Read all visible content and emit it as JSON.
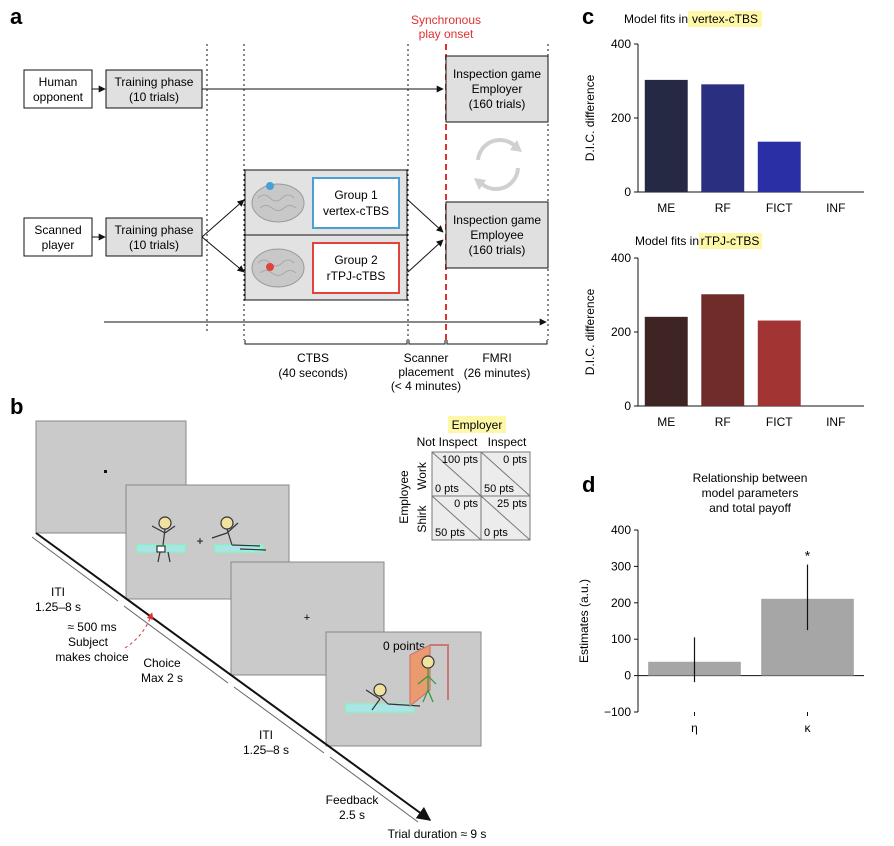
{
  "panels": {
    "a": "a",
    "b": "b",
    "c": "c",
    "d": "d"
  },
  "panel_a": {
    "sync_label_1": "Synchronous",
    "sync_label_2": "play onset",
    "human_opponent_1": "Human",
    "human_opponent_2": "opponent",
    "scanned_player_1": "Scanned",
    "scanned_player_2": "player",
    "training_1": "Training phase",
    "training_2": "(10 trials)",
    "group1_1": "Group 1",
    "group1_2": "vertex-cTBS",
    "group2_1": "Group 2",
    "group2_2": "rTPJ-cTBS",
    "employer_1": "Inspection game",
    "employer_2": "Employer",
    "employer_3": "(160 trials)",
    "employee_1": "Inspection game",
    "employee_2": "Employee",
    "employee_3": "(160 trials)",
    "ctbs_1": "CTBS",
    "ctbs_2": "(40 seconds)",
    "scanner_1": "Scanner",
    "scanner_2": "placement",
    "scanner_3": "(< 4 minutes)",
    "fmri_1": "FMRI",
    "fmri_2": "(26 minutes)",
    "colors": {
      "vertex": "#4a9fd4",
      "rtpj": "#e0433a",
      "sync": "#e03030",
      "box": "#e0e0e0"
    }
  },
  "panel_b": {
    "employer_header": "Employer",
    "not_inspect": "Not Inspect",
    "inspect": "Inspect",
    "employee": "Employee",
    "work": "Work",
    "shirk": "Shirk",
    "payoffs": [
      {
        "top": "100 pts",
        "bottom": "0 pts"
      },
      {
        "top": "0 pts",
        "bottom": "50 pts"
      },
      {
        "top": "0 pts",
        "bottom": "50 pts"
      },
      {
        "top": "25 pts",
        "bottom": "0 pts"
      }
    ],
    "feedback_points": "0 points",
    "iti_a_1": "ITI",
    "iti_a_2": "1.25–8 s",
    "ms_label": "≈ 500 ms",
    "subject_1": "Subject",
    "subject_2": "makes choice",
    "choice_1": "Choice",
    "choice_2": "Max 2 s",
    "iti_b_1": "ITI",
    "iti_b_2": "1.25–8 s",
    "feedback_1": "Feedback",
    "feedback_2": "2.5 s",
    "trial_duration": "Trial duration ≈ 9 s"
  },
  "panel_c": {
    "title1_pre": "Model fits in ",
    "title1_hl": "vertex-cTBS",
    "title2_pre": "Model fits in ",
    "title2_hl": "rTPJ-cTBS"
  },
  "panel_d": {
    "title_1": "Relationship between",
    "title_2": "model parameters",
    "title_3": "and total payoff",
    "significance": "*"
  },
  "chart_data": [
    {
      "type": "bar",
      "title": "Model fits in vertex-cTBS",
      "categories": [
        "ME",
        "RF",
        "FICT",
        "INF"
      ],
      "values": [
        303,
        291,
        136,
        0
      ],
      "ylabel": "D.I.C. difference",
      "ylim": [
        0,
        400
      ],
      "yticks": [
        0,
        200,
        400
      ],
      "colors": [
        "#262944",
        "#2b2f7f",
        "#2a2fa6",
        "#2a2fa6"
      ]
    },
    {
      "type": "bar",
      "title": "Model fits in rTPJ-cTBS",
      "categories": [
        "ME",
        "RF",
        "FICT",
        "INF"
      ],
      "values": [
        241,
        302,
        231,
        0
      ],
      "ylabel": "D.I.C. difference",
      "ylim": [
        0,
        400
      ],
      "yticks": [
        0,
        200,
        400
      ],
      "colors": [
        "#3f2424",
        "#702b2b",
        "#a33434",
        "#a33434"
      ]
    },
    {
      "type": "bar",
      "title": "Relationship between model parameters and total payoff",
      "categories": [
        "η",
        "κ"
      ],
      "values": [
        38,
        211
      ],
      "error_low": [
        -18,
        125
      ],
      "error_high": [
        105,
        305
      ],
      "ylabel": "Estimates (a.u.)",
      "ylim": [
        -100,
        400
      ],
      "yticks": [
        -100,
        0,
        100,
        200,
        300,
        400
      ],
      "colors": [
        "#a6a6a6",
        "#a6a6a6"
      ]
    }
  ]
}
